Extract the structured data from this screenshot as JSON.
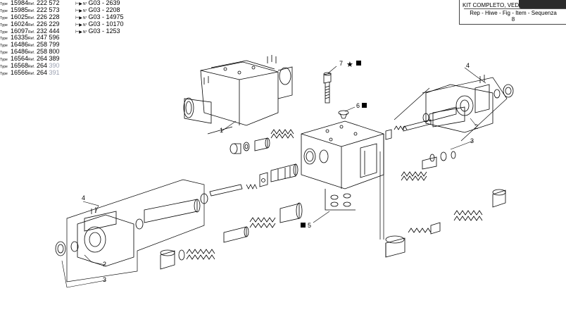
{
  "parts_table": {
    "type_label": "Type",
    "ref_label": "Ref.",
    "rows": [
      {
        "type": "15984",
        "ref": "222 572",
        "goto": "G03 - 2639"
      },
      {
        "type": "15985",
        "ref": "222 573",
        "goto": "G03 - 2208"
      },
      {
        "type": "16025",
        "ref": "226 228",
        "goto": "G03 - 14975"
      },
      {
        "type": "16024",
        "ref": "226 229",
        "goto": "G03 - 10170"
      },
      {
        "type": "16097",
        "ref": "232 444",
        "goto": "G03 - 1253"
      },
      {
        "type": "16335",
        "ref": "247 596"
      },
      {
        "type": "16486",
        "ref": "258 799"
      },
      {
        "type": "16486",
        "ref": "258 800"
      },
      {
        "type": "16564",
        "ref": "264 389"
      },
      {
        "type": "16568",
        "ref": "264 390"
      },
      {
        "type": "16566",
        "ref": "264 391"
      }
    ],
    "goto_label": "N°"
  },
  "kit_box": {
    "title": "KIT COMPLETO, VEDE",
    "columns": "Rep - Hiwe - Fig - Item - Sequenza",
    "number": "8"
  },
  "callouts": {
    "c1": "1",
    "c2a": "2",
    "c2b": "2",
    "c3a": "3",
    "c3b": "3",
    "c4a": "4",
    "c4b": "4",
    "c5": "5",
    "c6": "6",
    "c7": "7"
  },
  "colors": {
    "line": "#000000",
    "dim_text": "#9aa0b0",
    "kit_dark": "#2b2b2b"
  }
}
